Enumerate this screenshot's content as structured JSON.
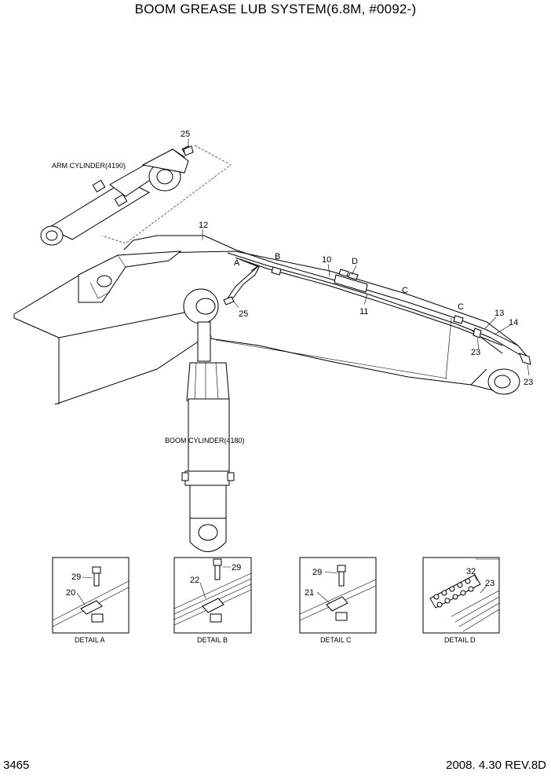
{
  "title": "BOOM GREASE LUB SYSTEM(6.8M, #0092-)",
  "page_number": "3465",
  "revision": "2008. 4.30  REV.8D",
  "labels": {
    "arm_cylinder": "ARM CYLINDER(4190)",
    "boom_cylinder": "BOOM CYLINDER(4180)"
  },
  "callouts": {
    "c25_top": "25",
    "c12": "12",
    "c10": "10",
    "cD": "D",
    "cB": "B",
    "cA": "A",
    "c25_mid": "25",
    "c11": "11",
    "cC1": "C",
    "cC2": "C",
    "c13": "13",
    "c14": "14",
    "c23_a": "23",
    "c23_b": "23"
  },
  "details": [
    {
      "caption": "DETAIL  A",
      "n1": "29",
      "n2": "20"
    },
    {
      "caption": "DETAIL  B",
      "n1": "29",
      "n2": "22"
    },
    {
      "caption": "DETAIL  C",
      "n1": "29",
      "n2": "21"
    },
    {
      "caption": "DETAIL  D",
      "n1": "32",
      "n2": "23"
    }
  ]
}
